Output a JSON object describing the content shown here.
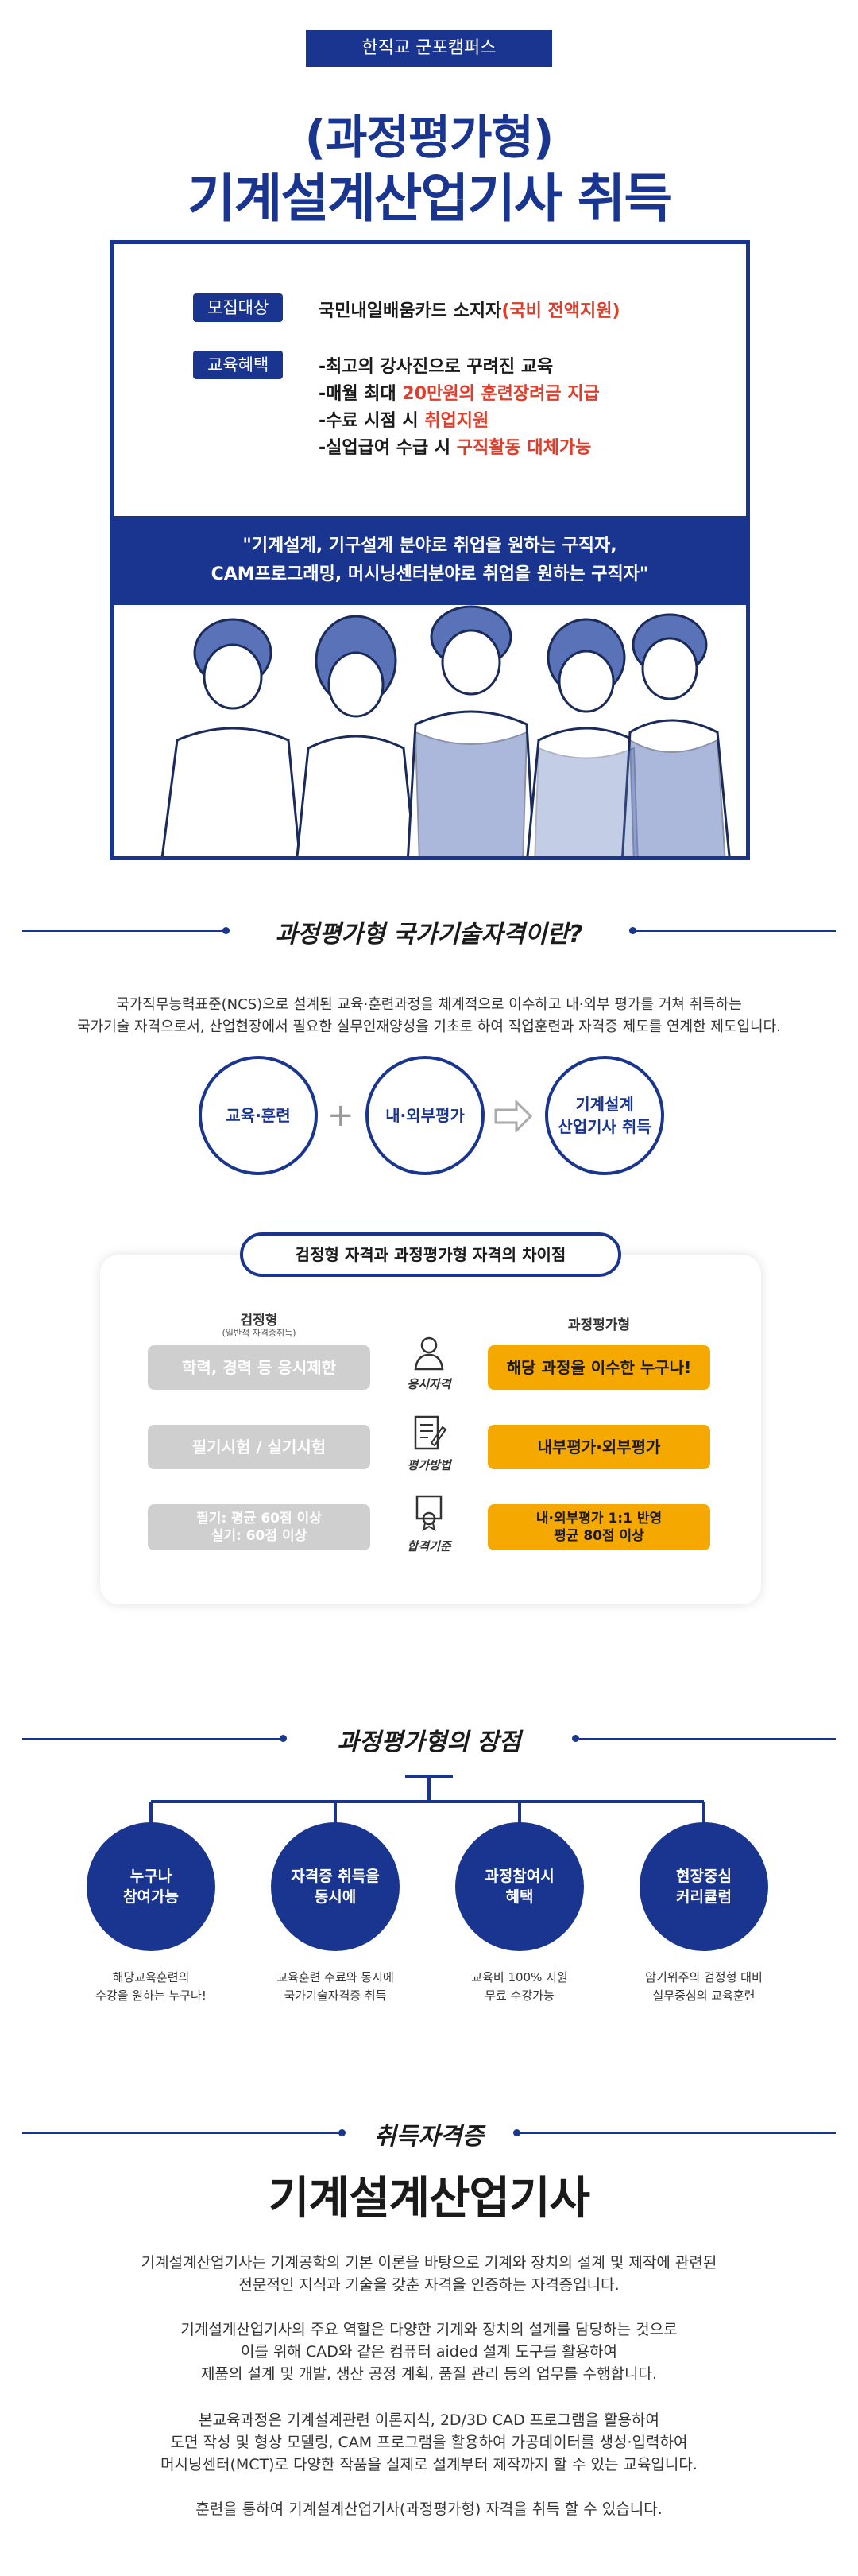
{
  "header": {
    "badge": "한직교 군포캠퍼스",
    "title_line1": "(과정평가형)",
    "title_line2": "기계설계산업기사 취득"
  },
  "info": {
    "target_label": "모집대상",
    "target_text": "국민내일배움카드 소지자",
    "target_highlight": "(국비 전액지원)",
    "benefit_label": "교육혜택",
    "benefits": [
      {
        "pre": "-최고의 강사진으로 꾸려진 교육",
        "hl": "",
        "post": ""
      },
      {
        "pre": "-매월 최대 ",
        "hl": "20만원의 훈련장려금 지급",
        "post": ""
      },
      {
        "pre": "-수료 시점 시 ",
        "hl": "취업지원",
        "post": ""
      },
      {
        "pre": "-실업급여 수급 시 ",
        "hl": "구직활동 대체가능",
        "post": ""
      }
    ],
    "band_line1": "\"기계설계, 기구설계 분야로 취업을 원하는 구직자,",
    "band_line2": "CAM프로그래밍, 머시닝센터분야로 취업을 원하는 구직자\""
  },
  "section1": {
    "title": "과정평가형 국가기술자격이란?",
    "desc_line1": "국가직무능력표준(NCS)으로 설계된 교육·훈련과정을 체계적으로 이수하고 내·외부 평가를 거쳐 취득하는",
    "desc_line2": "국가기술 자격으로서, 산업현장에서 필요한 실무인재양성을 기초로 하여 직업훈련과 자격증 제도를 연계한 제도입니다.",
    "flow": [
      "교육·훈련",
      "내·외부평가",
      "기계설계\n산업기사 취득"
    ],
    "plus": "+"
  },
  "compare": {
    "title": "검정형 자격과 과정평가형 자격의 차이점",
    "left_head": "검정형",
    "left_sub": "(일반적 자격증취득)",
    "right_head": "과정평가형",
    "rows": [
      {
        "left": "학력, 경력 등 응시제한",
        "label": "응시자격",
        "right": "해당 과정을 이수한 누구나!"
      },
      {
        "left": "필기시험 / 실기시험",
        "label": "평가방법",
        "right": "내부평가·외부평가"
      },
      {
        "left": "필기: 평균 60점 이상\n실기: 60점 이상",
        "label": "합격기준",
        "right": "내·외부평가 1:1 반영\n평균 80점 이상"
      }
    ]
  },
  "section2": {
    "title": "과정평가형의 장점",
    "items": [
      {
        "circle": "누구나\n참여가능",
        "desc": "해당교육훈련의\n수강을 원하는 누구나!"
      },
      {
        "circle": "자격증 취득을\n동시에",
        "desc": "교육훈련 수료와 동시에\n국가기술자격증 취득"
      },
      {
        "circle": "과정참여시\n혜택",
        "desc": "교육비 100% 지원\n무료 수강가능"
      },
      {
        "circle": "현장중심\n커리큘럼",
        "desc": "암기위주의 검정형 대비\n실무중심의 교육훈련"
      }
    ]
  },
  "section3": {
    "title": "취득자격증",
    "big_title": "기계설계산업기사",
    "paragraphs": [
      "기계설계산업기사는 기계공학의 기본 이론을 바탕으로 기계와 장치의 설계 및 제작에 관련된\n전문적인 지식과 기술을 갖춘 자격을 인증하는 자격증입니다.",
      "기계설계산업기사의 주요 역할은 다양한 기계와 장치의 설계를 담당하는 것으로\n이를 위해 CAD와 같은 컴퓨터 aided 설계 도구를 활용하여\n제품의 설계 및 개발, 생산 공정 계획, 품질 관리 등의 업무를 수행합니다.",
      "본교육과정은 기계설계관련 이론지식, 2D/3D CAD 프로그램을 활용하여\n도면 작성 및 형상 모델링, CAM 프로그램을 활용하여 가공데이터를 생성·입력하여\n머시닝센터(MCT)로 다양한 작품을 실제로 설계부터 제작까지 할 수 있는 교육입니다.",
      "훈련을 통하여 기계설계산업기사(과정평가형) 자격을 취득 할 수 있습니다."
    ]
  },
  "colors": {
    "brand": "#1a3590",
    "highlight": "#e23d2a",
    "gold": "#f5a800",
    "gray": "#cfcfcf"
  }
}
